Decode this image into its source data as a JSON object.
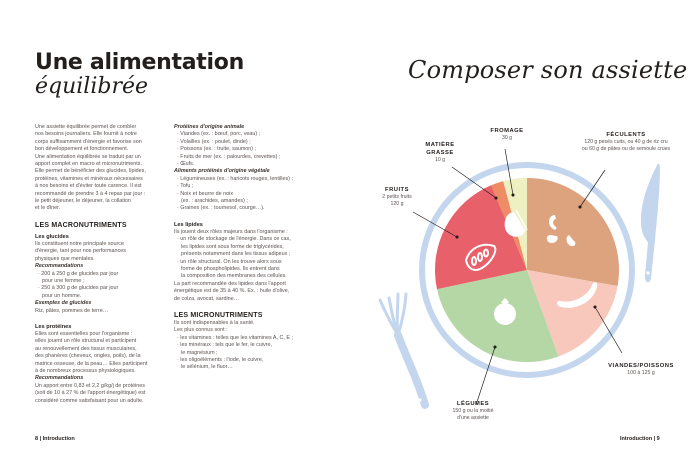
{
  "left_page": {
    "title_line1": "Une alimentation",
    "title_line2": "équilibrée",
    "intro": [
      "Une assiette équilibrée permet de combler",
      "nos besoins journaliers. Elle fournit à notre",
      "corps suffisamment d'énergie et favorise son",
      "bon développement et fonctionnement.",
      "Une alimentation équilibrée se traduit par un",
      "apport complet en macro et micronutriments.",
      "Elle permet de bénéficier des glucides, lipides,",
      "protéines, vitamines et minéraux nécessaires",
      "à nos besoins et d'éviter toute carence. Il est",
      "recommandé de prendre 3 à 4 repas par jour :",
      "le petit déjeuner, le déjeuner, la collation",
      "et le dîner."
    ],
    "macronutrients": {
      "heading": "LES MACRONUTRIMENTS",
      "glucides": {
        "title": "Les glucides",
        "text": [
          "Ils constituent notre principale source",
          "d'énergie, tant pour nos performances",
          "physiques que mentales."
        ],
        "reco_title": "Recommandations",
        "reco": [
          [
            "· 200 à 250 g de glucides par jour",
            "pour une femme ;"
          ],
          [
            "· 250 à 300 g de glucides par jour",
            "pour un homme."
          ]
        ],
        "examples_title": "Exemples de glucides",
        "examples": "Riz, pâtes, pommes de terre…"
      },
      "proteines": {
        "title": "Les protéines",
        "text": [
          "Elles sont essentielles pour l'organisme :",
          "elles jouent un rôle structural et participent",
          "au renouvellement des tissus musculaires,",
          "des phanères (cheveux, ongles, poils), de la",
          "matrice osseuse, de la peau… Elles participent",
          "à de nombreux processus physiologiques."
        ],
        "reco_title": "Recommandations",
        "reco": [
          "Un apport entre 0,83 et 2,2 g/kg/j de protéines",
          "(soit de 10 à 27 % de l'apport énergétique) est",
          "considéré comme satisfaisant pour un adulte."
        ]
      },
      "animal": {
        "title": "Protéines d'origine animale",
        "items": [
          "· Viandes (ex. : bœuf, porc, veau) ;",
          "· Volailles (ex. : poulet, dinde) ;",
          "· Poissons (ex. : truite, saumon) ;",
          "· Fruits de mer (ex. : palourdes, crevettes) ;",
          "· Œufs."
        ]
      },
      "vegetal": {
        "title": "Aliments protéinés d'origine végétale",
        "items": [
          [
            "· Légumineuses (ex. : haricots rouges, lentilles) ;"
          ],
          [
            "· Tofu ;"
          ],
          [
            "· Noix et beurre de noix",
            "(ex. : arachides, amandes) ;"
          ],
          [
            "· Graines (ex. : tournesol, courge…)."
          ]
        ]
      },
      "lipides": {
        "title": "Les lipides",
        "text": "Ils jouent deux rôles majeurs dans l'organisme :",
        "items": [
          [
            "· un rôle de stockage de l'énergie. Dans ce cas,",
            "les lipides sont sous forme de triglycérides,",
            "présents notamment dans les tissus adipeux ;"
          ],
          [
            "· un rôle structural. On les trouve alors sous",
            "forme de phospholipides. Ils entrent dans",
            "la composition des membranes des cellules."
          ]
        ],
        "outro": [
          "La part recommandée des lipides dans l'apport",
          "énergétique est de 35 à 40 %. Ex. : huile d'olive,",
          "de colza, avocat, sardine…"
        ]
      }
    },
    "micronutrients": {
      "heading": "LES MICRONUTRIMENTS",
      "text": [
        "Ils sont indispensables à la santé.",
        "Les plus connus sont :"
      ],
      "items": [
        [
          "· les vitamines : telles que les vitamines A, C, E ;"
        ],
        [
          "· les minéraux : tels que le fer, le cuivre,",
          "le magnésium ;"
        ],
        [
          "· les oligoéléments : l'iode, le cuivre,",
          "le sélénium, le fluor…"
        ]
      ]
    },
    "footer": "8 | Introduction"
  },
  "right_page": {
    "title": "Composer son assiette",
    "footer": "Introduction | 9",
    "colors": {
      "feculents": "#DDA27E",
      "viandes": "#F9C8BC",
      "legumes": "#B5D7A6",
      "fruits": "#E8606A",
      "matiere_grasse": "#EE8C66",
      "fromage": "#EEF0C2",
      "plate_ring": "#C3D6EE",
      "cutlery": "#C3D6EE"
    },
    "labels": {
      "fromage": {
        "name": "FROMAGE",
        "value": "30 g"
      },
      "matiere_grasse": {
        "name1": "MATIÈRE",
        "name2": "GRASSE",
        "value": "10 g"
      },
      "fruits": {
        "name": "FRUITS",
        "value1": "2 petits fruits",
        "value2": "120 g"
      },
      "feculents": {
        "name": "FÉCULENTS",
        "value1": "120 g pesés cuits, ou 40 g de riz cru",
        "value2": "ou 60 g de pâtes ou de semoule crues"
      },
      "viandes": {
        "name": "VIANDES/POISSONS",
        "value": "100 à 125 g"
      },
      "legumes": {
        "name": "LÉGUMES",
        "value1": "150 g ou la moitié",
        "value2": "d'une assiette"
      }
    }
  }
}
